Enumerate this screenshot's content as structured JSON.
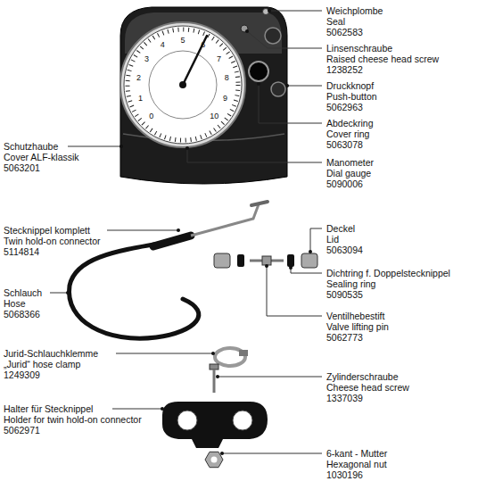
{
  "diagram": {
    "labels": [
      "Weichplombe",
      "Seal",
      "5062583",
      "Linsenschraube",
      "Raised cheese head screw",
      "1238252",
      "Druckknopf",
      "Push-button",
      "5062963",
      "Abdeckring",
      "Cover ring",
      "5063078",
      "Schutzhaube",
      "Cover ALF-klassik",
      "5063201",
      "Manometer",
      "Dial gauge",
      "5090006",
      "Stecknippel komplett",
      "Twin hold-on connector",
      "5114814",
      "Deckel",
      "Lid",
      "5063094",
      "Dichtring f. Doppelstecknippel",
      "Sealing ring",
      "5090535",
      "Schlauch",
      "Hose",
      "5068366",
      "Ventilhebestift",
      "Valve lifting pin",
      "5062773",
      "Jurid-Schlauchklemme",
      "„Jurid“ hose clamp",
      "1249309",
      "Zylinderschraube",
      "Cheese head screw",
      "1337039",
      "Halter für Stecknippel",
      "Holder for twin hold-on connector",
      "5062971",
      "6-kant - Mutter",
      "Hexagonal nut",
      "1030196",
      "0",
      "1",
      "2",
      "3",
      "4",
      "5",
      "6",
      "7",
      "8",
      "9",
      "10"
    ]
  }
}
